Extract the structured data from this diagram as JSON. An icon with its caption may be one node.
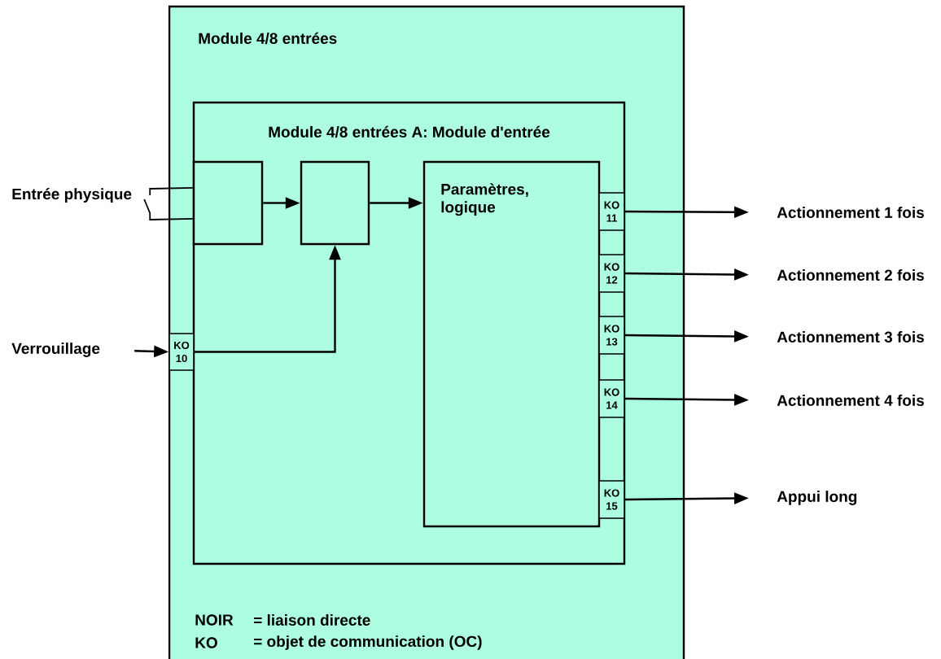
{
  "diagram": {
    "nodes": [
      {
        "text": [
          "Module 4/8 entrées"
        ]
      },
      {
        "text": [
          "Module 4/8 entrées A: Module d'entrée"
        ],
        "in": 0
      },
      {
        "text": [],
        "shape": "box",
        "in": 1
      },
      {
        "text": [],
        "shape": "box",
        "in": 1
      },
      {
        "text": [
          "Paramètres, logique"
        ],
        "in": 1
      },
      {
        "text": [
          "KO 10"
        ],
        "in": 0
      },
      {
        "text": [
          "KO 11"
        ],
        "in": 1
      },
      {
        "text": [
          "KO 12"
        ],
        "in": 1
      },
      {
        "text": [
          "KO 13"
        ],
        "in": 1
      },
      {
        "text": [
          "KO 14"
        ],
        "in": 1
      },
      {
        "text": [
          "KO 15"
        ],
        "in": 1
      },
      {
        "text": [
          "Entrée physique"
        ]
      },
      {
        "text": [
          "Verrouillage"
        ]
      },
      {
        "text": [
          "Actionnement 1 fois"
        ]
      },
      {
        "text": [
          "Actionnement 2 fois"
        ]
      },
      {
        "text": [
          "Actionnement 3 fois"
        ]
      },
      {
        "text": [
          "Actionnement 4 fois"
        ]
      },
      {
        "text": [
          "Appui long"
        ]
      }
    ],
    "edges": [
      {
        "from": 11,
        "to": 2,
        "arrow": "none"
      },
      {
        "from": 2,
        "to": 3,
        "arrow": "to"
      },
      {
        "from": 3,
        "to": 4,
        "arrow": "to"
      },
      {
        "from": 12,
        "to": 5,
        "arrow": "to"
      },
      {
        "from": 5,
        "to": 3,
        "arrow": "to"
      },
      {
        "from": 6,
        "to": 13,
        "arrow": "to"
      },
      {
        "from": 7,
        "to": 14,
        "arrow": "to"
      },
      {
        "from": 8,
        "to": 15,
        "arrow": "to"
      },
      {
        "from": 9,
        "to": 16,
        "arrow": "to"
      },
      {
        "from": 10,
        "to": 17,
        "arrow": "to"
      }
    ],
    "labels": [
      "NOIR",
      "= liaison directe",
      "KO",
      "= objet de communication (OC)"
    ]
  }
}
